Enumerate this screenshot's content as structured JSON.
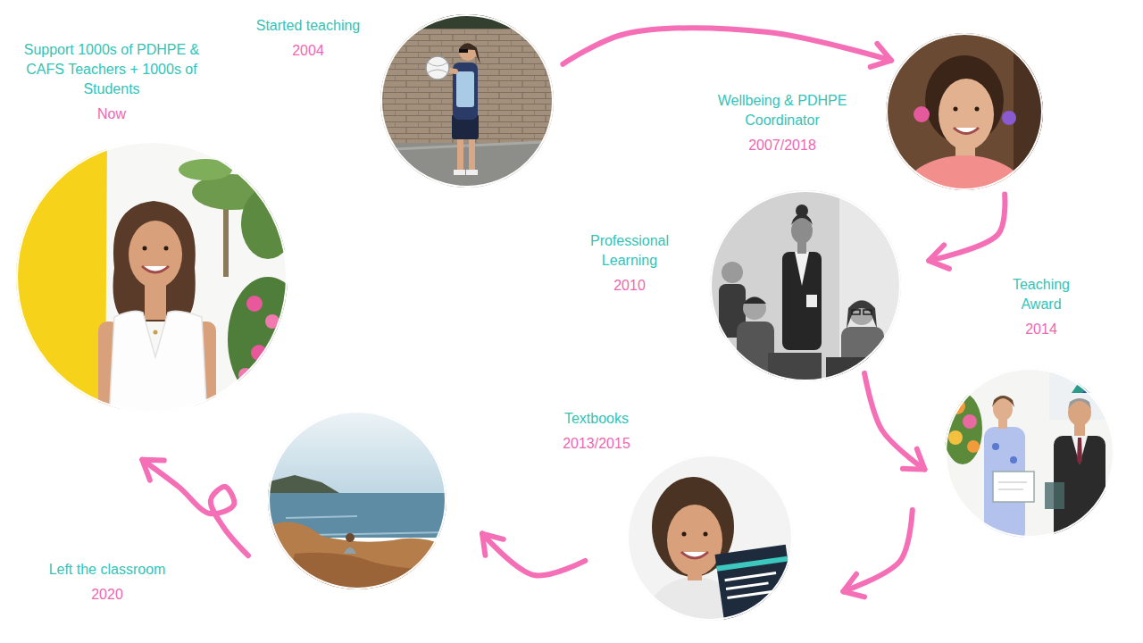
{
  "diagram": {
    "nodes": [
      {
        "text": [
          "Started teaching",
          "2004"
        ]
      },
      {
        "text": [
          "Wellbeing & PDHPE Coordinator",
          "2007/2018"
        ]
      },
      {
        "text": [
          "Professional Learning",
          "2010"
        ]
      },
      {
        "text": [
          "Teaching Award",
          "2014"
        ]
      },
      {
        "text": [
          "Textbooks",
          "2013/2015"
        ]
      },
      {
        "text": [
          "Left the classroom",
          "2020"
        ]
      },
      {
        "text": [
          "Support 1000s of PDHPE & CAFS Teachers + 1000s of Students",
          "Now"
        ]
      }
    ],
    "edges": [
      {
        "from": 0,
        "to": 1,
        "arrow": "to"
      },
      {
        "from": 1,
        "to": 2,
        "arrow": "to"
      },
      {
        "from": 2,
        "to": 3,
        "arrow": "to"
      },
      {
        "from": 3,
        "to": 4,
        "arrow": "to"
      },
      {
        "from": 4,
        "to": 5,
        "arrow": "to"
      },
      {
        "from": 5,
        "to": 6,
        "arrow": "to"
      }
    ]
  }
}
